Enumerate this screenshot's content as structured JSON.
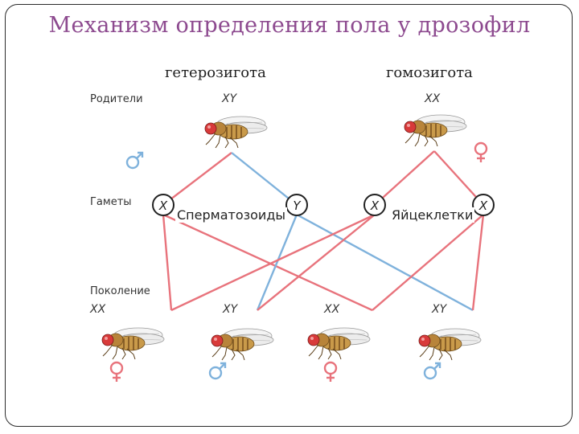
{
  "title": "Механизм определения пола у дрозофил",
  "columns": {
    "left": "гетерозигота",
    "right": "гомозигота"
  },
  "rows": {
    "parents": "Родители",
    "gametes": "Гаметы",
    "generation": "Поколение"
  },
  "parents": {
    "father_genotype": "XY",
    "mother_genotype": "XX"
  },
  "gametes": {
    "sperm_label": "Сперматозоиды",
    "egg_label": "Яйцеклетки",
    "items": [
      "X",
      "Y",
      "X",
      "X"
    ]
  },
  "offspring": [
    {
      "genotype": "XX",
      "sex": "female"
    },
    {
      "genotype": "XY",
      "sex": "male"
    },
    {
      "genotype": "XX",
      "sex": "female"
    },
    {
      "genotype": "XY",
      "sex": "male"
    }
  ],
  "colors": {
    "x_line": "#e8737c",
    "y_line": "#7fb2dc",
    "female": "#e8737c",
    "male": "#7fb2dc",
    "title": "#8d4a8f"
  },
  "icons": {
    "male": "male-symbol-icon",
    "female": "female-symbol-icon",
    "fly": "fruit-fly-icon"
  }
}
